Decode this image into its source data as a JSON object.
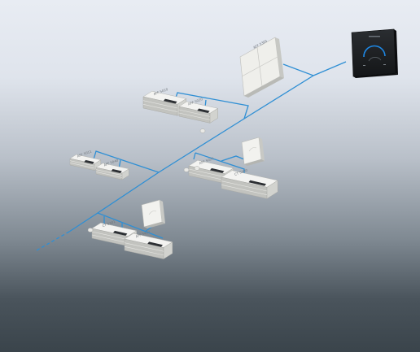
{
  "colors": {
    "bus": "#2f8fd4",
    "module_top": "#f3f3f1",
    "module_side": "#d2d3cf",
    "module_front": "#c2c3bf",
    "panel_face": "#ecece8",
    "thermostat_body": "#1d1f22",
    "thermostat_accent": "#1e88e5"
  },
  "icons": {
    "thermostat": "thermostat-icon",
    "sensor": "sensor-dome-icon",
    "wall_switch": "wall-switch-icon",
    "wall_panel": "wall-panel-icon"
  },
  "labels": {
    "wall_panel": "AFF 5305",
    "module_a1": "AFF 5010",
    "module_a2": "AFF 5020",
    "module_b1": "AFF 5011",
    "module_b2": "AFF 5040",
    "module_c1": "AFF 5025",
    "module_c2": "CT 5300",
    "module_d1": "CT 5301",
    "module_d2": "AFF 5402"
  }
}
